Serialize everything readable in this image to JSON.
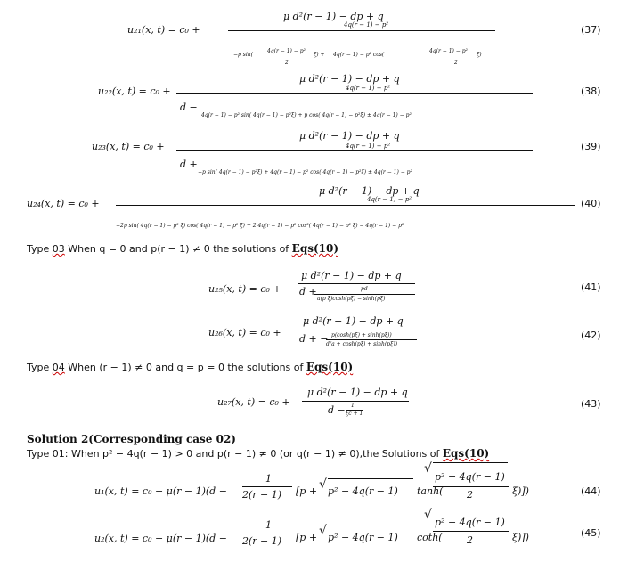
{
  "eq37": {
    "lhs": "u₂₁(x, t) = c₀ +",
    "num": "μ d²(r − 1) − dp + q",
    "num_inner": "4q(r − 1) − p²",
    "den_a": "−p sin(",
    "den_a2": "4q(r − 1) − p²",
    "den_a3": "ξ) +",
    "den_b": "4q(r − 1) − p²  cos(",
    "den_b2": "4q(r − 1) − p²",
    "den_b3": "ξ)",
    "half": "2",
    "number": "(37)"
  },
  "eq38": {
    "lhs": "u₂₂(x, t) = c₀ +",
    "num": "μ d²(r − 1) − dp + q",
    "num_inner": "4q(r − 1) − p²",
    "den": "d −",
    "den_b": "4q(r − 1) − p²  sin(  4q(r − 1) − p²ξ) + p  cos(  4q(r − 1) − p²ξ) ±   4q(r − 1) − p²",
    "number": "(38)"
  },
  "eq39": {
    "lhs": "u₂₃(x, t) = c₀ +",
    "num": "μ d²(r − 1) − dp + q",
    "num_inner": "4q(r − 1) − p²",
    "den": "d +",
    "den_b": "−p sin(  4q(r − 1) − p²ξ) +   4q(r − 1) − p²  cos(  4q(r − 1) − p²ξ) ±   4q(r − 1) − p²",
    "number": "(39)"
  },
  "eq40": {
    "lhs": "u₂₄(x, t) = c₀ +",
    "num": "μ d²(r − 1) − dp + q",
    "num_inner": "4q(r − 1) − p²",
    "den": "−2p sin(  4q(r − 1) − p²  ξ) cos(  4q(r − 1) − p²  ξ) + 2  4q(r − 1) − p²  cos²(  4q(r − 1) − p²  ξ) −   4q(r − 1) − p²",
    "number": "(40)"
  },
  "type03": {
    "text_a": "Type ",
    "type_num": "03",
    "text_b": " When q = 0 and p(r − 1) ≠ 0 the solutions of ",
    "eqs": "Eqs(10)"
  },
  "eq41": {
    "lhs": "u₂₅(x, t) = c₀ +",
    "num": "μ d²(r − 1) − dp + q",
    "den_d": "d +",
    "den_inner": "−pd",
    "den_bot": "a(p ξ)cosh(pξ) − sinh(pξ)",
    "number": "(41)"
  },
  "eq42": {
    "lhs": "u₂₆(x, t) = c₀ +",
    "num": "μ d²(r − 1) − dp + q",
    "den": "d + −",
    "den_top": "p(cosh(pξ) + sinh(pξ))",
    "den_bot": "d(a + cosh(pξ) + sinh(pξ))",
    "number": "(42)"
  },
  "type04": {
    "text_a": "Type ",
    "type_num": "04",
    "text_b": " When (r − 1) ≠ 0 and q = p = 0 the solutions of ",
    "eqs": "Eqs(10)"
  },
  "eq43": {
    "lhs": "u₂₇(x, t) = c₀ +",
    "num": "μ d²(r − 1) − dp + q",
    "den": "d −",
    "den_frac_top": "1",
    "den_frac_bot": "ξc + 1",
    "number": "(43)"
  },
  "solution2": {
    "title": "Solution 2(Corresponding case 02)",
    "line": "Type 01: When p² − 4q(r − 1) > 0 and p(r − 1) ≠ 0 (or q(r − 1) ≠ 0),the Solutions of ",
    "eqs": "Eqs(10)"
  },
  "eq44": {
    "lhs": "u₁(x, t) = c₀ − μ(r − 1)(d −",
    "frac_top": "1",
    "frac_bot": "2(r − 1)",
    "mid": "[p +",
    "root": "p² − 4q(r − 1)",
    "fn": "tanh(",
    "arg_top": "p² − 4q(r − 1)",
    "arg_bot": "2",
    "tail": "ξ)])",
    "number": "(44)"
  },
  "eq45": {
    "lhs": "u₂(x, t) = c₀ − μ(r − 1)(d −",
    "frac_top": "1",
    "frac_bot": "2(r − 1)",
    "mid": "[p +",
    "root": "p² − 4q(r − 1)",
    "fn": "coth(",
    "arg_top": "p² − 4q(r − 1)",
    "arg_bot": "2",
    "tail": "ξ)])",
    "number": "(45)"
  }
}
